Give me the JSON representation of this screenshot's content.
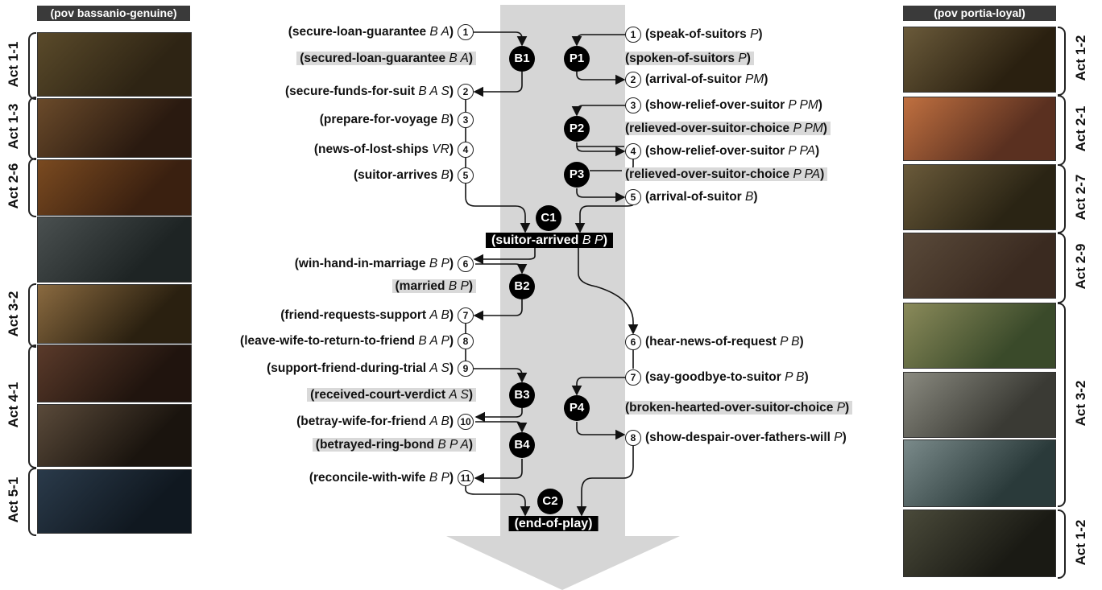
{
  "headers": {
    "left": "(pov bassanio-genuine)",
    "right": "(pov portia-loyal)"
  },
  "left_acts": [
    "Act 1-1",
    "Act 1-3",
    "Act 2-6",
    "Act 3-2",
    "Act 4-1",
    "Act 5-1"
  ],
  "right_acts": [
    "Act 1-2",
    "Act 2-1",
    "Act 2-7",
    "Act 2-9",
    "Act 3-2",
    "Act 1-2"
  ],
  "bassanio_steps": [
    {
      "num": "1",
      "text": "(secure-loan-guarantee ",
      "args": "B A",
      ")": ")"
    },
    {
      "num": "2",
      "text": "(secure-funds-for-suit ",
      "args": "B A S"
    },
    {
      "num": "3",
      "text": "(prepare-for-voyage ",
      "args": "B"
    },
    {
      "num": "4",
      "text": "(news-of-lost-ships ",
      "args": "VR"
    },
    {
      "num": "5",
      "text": "(suitor-arrives ",
      "args": "B"
    },
    {
      "num": "6",
      "text": "(win-hand-in-marriage ",
      "args": "B P"
    },
    {
      "num": "7",
      "text": "(friend-requests-support ",
      "args": "A B"
    },
    {
      "num": "8",
      "text": "(leave-wife-to-return-to-friend ",
      "args": "B A P"
    },
    {
      "num": "9",
      "text": "(support-friend-during-trial ",
      "args": "A S"
    },
    {
      "num": "10",
      "text": "(betray-wife-for-friend ",
      "args": "A B"
    },
    {
      "num": "11",
      "text": "(reconcile-with-wife ",
      "args": "B P"
    }
  ],
  "bassanio_states": [
    {
      "id": "B1",
      "text": "(secured-loan-guarantee ",
      "args": "B A"
    },
    {
      "id": "B2",
      "text": "(married ",
      "args": "B P"
    },
    {
      "id": "B3",
      "text": "(received-court-verdict ",
      "args": "A S"
    },
    {
      "id": "B4",
      "text": "(betrayed-ring-bond ",
      "args": "B P A"
    }
  ],
  "portia_steps": [
    {
      "num": "1",
      "text": "(speak-of-suitors ",
      "args": "P"
    },
    {
      "num": "2",
      "text": "(arrival-of-suitor ",
      "args": "PM"
    },
    {
      "num": "3",
      "text": "(show-relief-over-suitor ",
      "args": "P PM"
    },
    {
      "num": "4",
      "text": "(show-relief-over-suitor ",
      "args": "P PA"
    },
    {
      "num": "5",
      "text": "(arrival-of-suitor ",
      "args": "B"
    },
    {
      "num": "6",
      "text": "(hear-news-of-request ",
      "args": "P B"
    },
    {
      "num": "7",
      "text": "(say-goodbye-to-suitor ",
      "args": "P B"
    },
    {
      "num": "8",
      "text": "(show-despair-over-fathers-will ",
      "args": "P"
    }
  ],
  "portia_states": [
    {
      "id": "P1",
      "text": "(spoken-of-suitors ",
      "args": "P"
    },
    {
      "id": "P2",
      "text": "(relieved-over-suitor-choice ",
      "args": "P PM"
    },
    {
      "id": "P3",
      "text": "(relieved-over-suitor-choice ",
      "args": "P PA"
    },
    {
      "id": "P4",
      "text": "(broken-hearted-over-suitor-choice ",
      "args": "P"
    }
  ],
  "common_states": [
    {
      "id": "C1",
      "text": "(suitor-arrived ",
      "args": "B P"
    },
    {
      "id": "C2",
      "text": "(end-of-play)",
      "args": ""
    }
  ],
  "colors": {
    "arrow_gray": "#d6d6d6",
    "state_gray": "#d9d9d9",
    "dark": "#000000"
  }
}
